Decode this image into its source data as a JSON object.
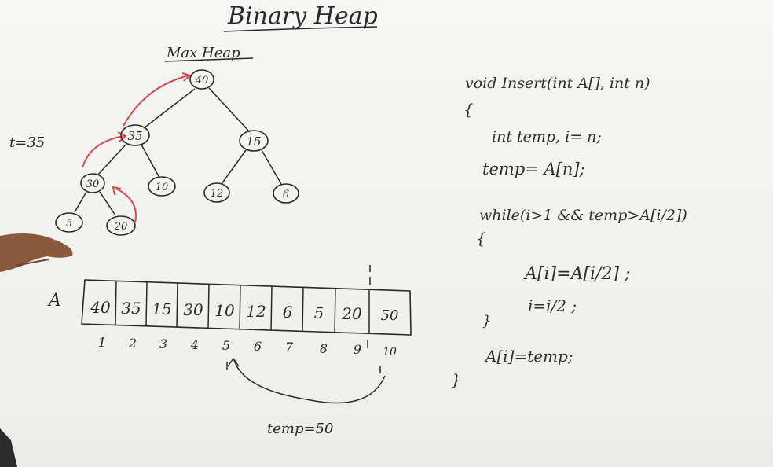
{
  "title": "Binary Heap",
  "subtitle": "Max Heap",
  "side_note": "t=35",
  "tree": {
    "nodes": [
      {
        "id": "n40",
        "label": "40"
      },
      {
        "id": "n35",
        "label": "35"
      },
      {
        "id": "n15",
        "label": "15"
      },
      {
        "id": "n30",
        "label": "30"
      },
      {
        "id": "n10",
        "label": "10"
      },
      {
        "id": "n12",
        "label": "12"
      },
      {
        "id": "n6",
        "label": "6"
      },
      {
        "id": "n5",
        "label": "5"
      },
      {
        "id": "n20",
        "label": "20"
      }
    ]
  },
  "array": {
    "name": "A",
    "cells": [
      "40",
      "35",
      "15",
      "30",
      "10",
      "12",
      "6",
      "5",
      "20",
      "50"
    ],
    "indices": [
      "1",
      "2",
      "3",
      "4",
      "5",
      "6",
      "7",
      "8",
      "9",
      "10"
    ]
  },
  "temp_note": "temp=50",
  "code": {
    "lines": [
      "void Insert(int A[], int n)",
      "{",
      "int temp, i= n;",
      "temp= A[n];",
      "while(i>1 && temp>A[i/2])",
      "{",
      "A[i]=A[i/2] ;",
      "i=i/2 ;",
      "}",
      "A[i]=temp;",
      "}"
    ]
  },
  "colors": {
    "ink": "#2a2a2a",
    "marker_red": "#d94a4a",
    "board": "#f3f3f0",
    "skin": "#8a5a3c"
  }
}
